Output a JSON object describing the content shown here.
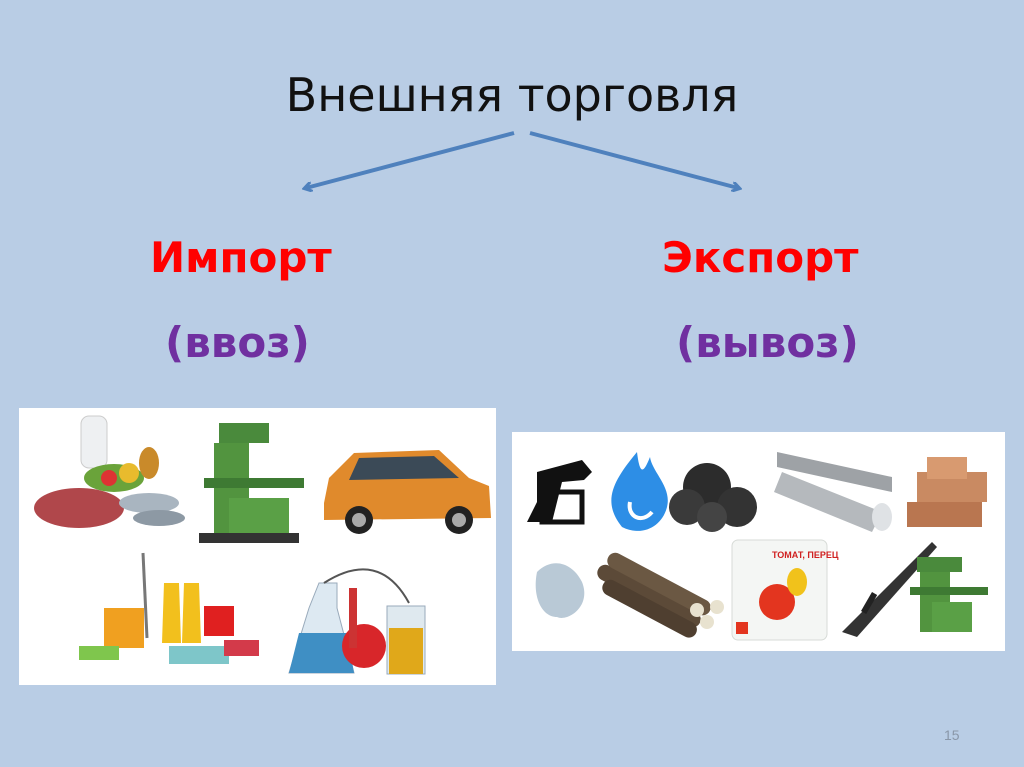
{
  "slide": {
    "title": "Внешняя торговля",
    "page_number": "15",
    "colors": {
      "background": "#b9cde5",
      "heading": "#ff0000",
      "subheading": "#7030a0",
      "arrow": "#4f81bd"
    }
  },
  "import": {
    "heading": "Импорт",
    "subheading": "(ввоз)",
    "images": [
      "food-products",
      "milling-machine",
      "car",
      "household-chemicals",
      "lab-chemicals"
    ]
  },
  "export": {
    "heading": "Экспорт",
    "subheading": "(вывоз)",
    "images": [
      "oil-pump",
      "natural-gas-flame",
      "coal",
      "steel-rolled-metal",
      "copper-ingots",
      "mineral-salt",
      "timber-logs",
      "fertilizer-bag",
      "assault-rifle",
      "milling-machine"
    ],
    "fertilizer_label": "ТОМАТ, ПЕРЕЦ"
  }
}
